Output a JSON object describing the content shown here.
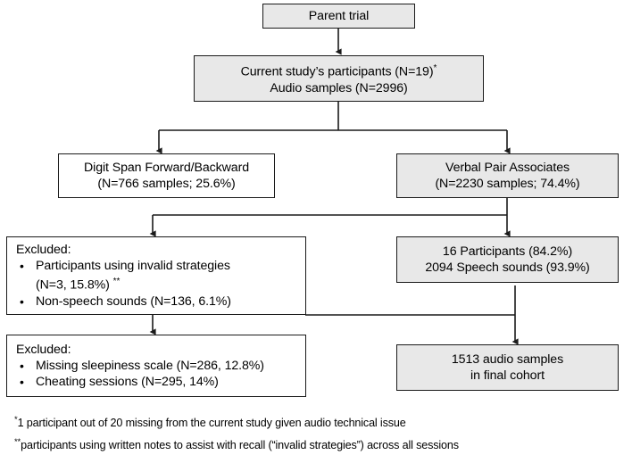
{
  "diagram": {
    "title": "Study participant and audio sample flow diagram",
    "colors": {
      "filled_box_fill": "#e8e8e8",
      "plain_box_fill": "#ffffff",
      "stroke": "#1a1a1a",
      "text": "#000000",
      "background": "#ffffff"
    },
    "nodes": [
      {
        "id": "parent-trial",
        "style": "filled",
        "align": "center",
        "lines": [
          "Parent trial"
        ]
      },
      {
        "id": "current-study",
        "style": "filled",
        "align": "center",
        "lines": [
          "Current study’s participants (N=19)*",
          "Audio samples (N=2996)"
        ],
        "line1_main": "Current study’s participants (N=19)",
        "line1_marker": "*",
        "line2": "Audio samples (N=2996)"
      },
      {
        "id": "digit-span",
        "style": "plain",
        "align": "center",
        "lines": [
          "Digit Span Forward/Backward",
          "(N=766 samples; 25.6%)"
        ],
        "line1": "Digit Span Forward/Backward",
        "line2": "(N=766 samples; 25.6%)"
      },
      {
        "id": "verbal-pair",
        "style": "filled",
        "align": "center",
        "lines": [
          "Verbal Pair Associates",
          "(N=2230 samples; 74.4%)"
        ],
        "line1": "Verbal Pair Associates",
        "line2": "(N=2230 samples; 74.4%)"
      },
      {
        "id": "excluded-1",
        "style": "plain",
        "align": "left",
        "heading": "Excluded:",
        "bullets": [
          {
            "main": "Participants using invalid strategies",
            "sub_main": "(N=3, 15.8%)",
            "sub_marker": "**"
          },
          {
            "main": "Non-speech sounds (N=136, 6.1%)"
          }
        ]
      },
      {
        "id": "excluded-2",
        "style": "plain",
        "align": "left",
        "heading": "Excluded:",
        "bullets": [
          {
            "main": "Missing sleepiness scale (N=286, 12.8%)"
          },
          {
            "main": "Cheating sessions (N=295, 14%)"
          }
        ]
      },
      {
        "id": "participants-retained",
        "style": "filled",
        "align": "center",
        "lines": [
          "16 Participants (84.2%)",
          "2094 Speech sounds (93.9%)"
        ],
        "line1": "16 Participants (84.2%)",
        "line2": "2094 Speech sounds (93.9%)"
      },
      {
        "id": "final-cohort",
        "style": "filled",
        "align": "center",
        "lines": [
          "1513 audio samples",
          "in final cohort"
        ],
        "line1": "1513 audio samples",
        "line2": "in final cohort"
      }
    ],
    "footnotes": [
      {
        "marker": "*",
        "text": "1 participant out of 20 missing from the current study given audio technical issue"
      },
      {
        "marker": "**",
        "text": "participants using written notes to assist with recall (“invalid strategies”) across all sessions"
      }
    ]
  }
}
